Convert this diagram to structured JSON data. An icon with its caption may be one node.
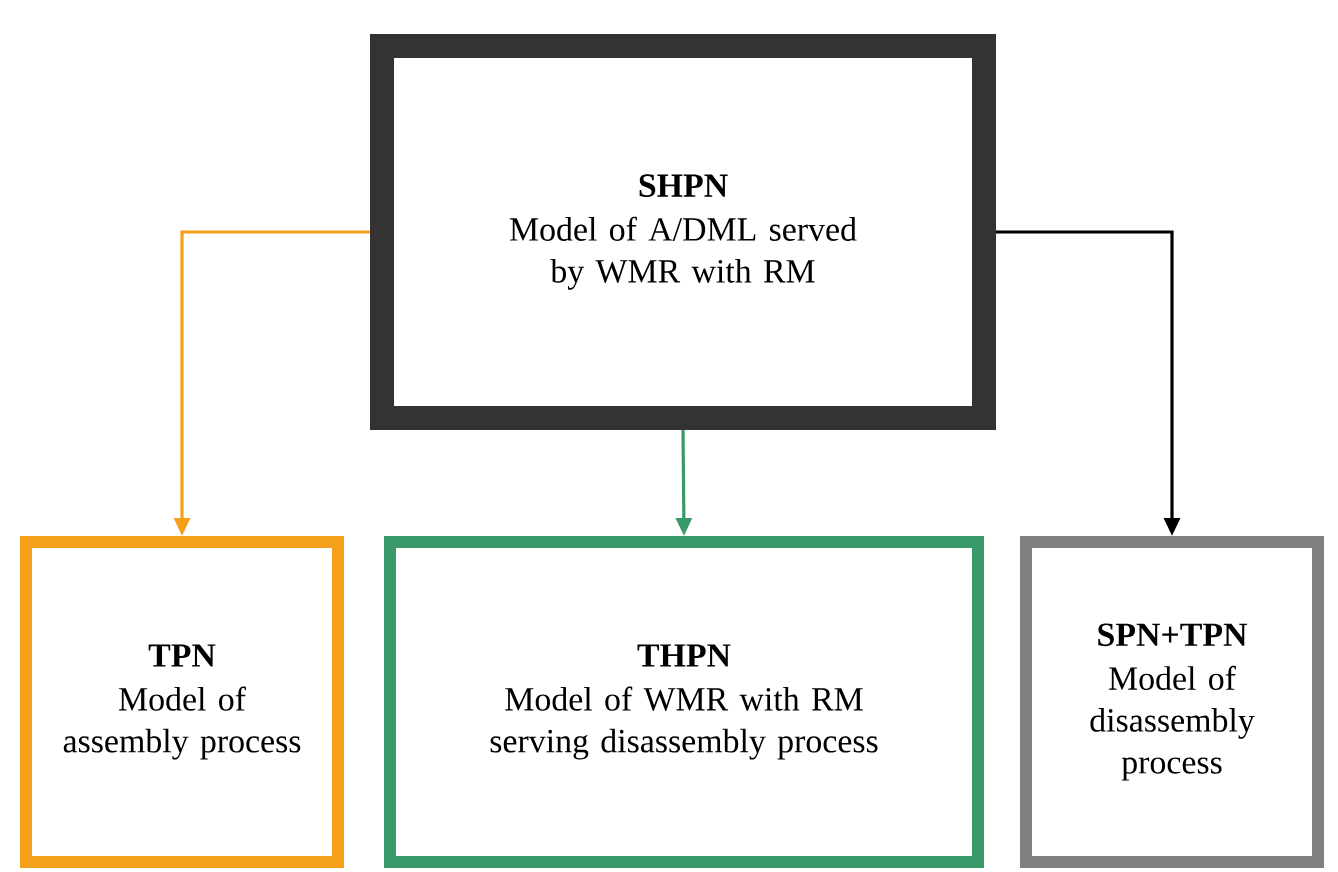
{
  "diagram": {
    "nodes": [
      {
        "text": [
          "SHPN",
          "Model of A/DML served by WMR with RM"
        ]
      },
      {
        "text": [
          "TPN",
          "Model of assembly process"
        ]
      },
      {
        "text": [
          "THPN",
          "Model of WMR with RM serving disassembly process"
        ]
      },
      {
        "text": [
          "SPN+TPN",
          "Model of disassembly process"
        ]
      }
    ],
    "edges": [
      {
        "from": 0,
        "to": 1,
        "arrow": "to",
        "color": "#f5a01a"
      },
      {
        "from": 0,
        "to": 2,
        "arrow": "to",
        "color": "#3a9a6a"
      },
      {
        "from": 0,
        "to": 3,
        "arrow": "to",
        "color": "#000000"
      }
    ]
  }
}
